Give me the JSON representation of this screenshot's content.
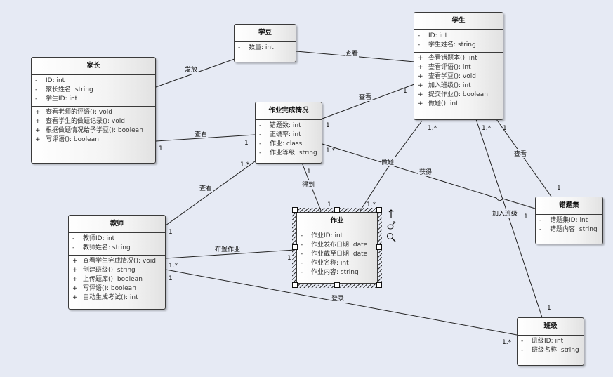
{
  "classes": {
    "parent": {
      "title": "家长",
      "attributes": [
        {
          "vis": "-",
          "text": "ID: int"
        },
        {
          "vis": "-",
          "text": "家长姓名: string"
        },
        {
          "vis": "-",
          "text": "学生ID: int"
        }
      ],
      "operations": [
        {
          "vis": "+",
          "text": "查看老师的评语(): void"
        },
        {
          "vis": "+",
          "text": "查看学生的做题记录(): void"
        },
        {
          "vis": "+",
          "text": "根据做题情况给予学豆(): boolean"
        },
        {
          "vis": "+",
          "text": "写评语(): boolean"
        }
      ]
    },
    "xuedou": {
      "title": "学豆",
      "attributes": [
        {
          "vis": "-",
          "text": "数量: int"
        }
      ]
    },
    "student": {
      "title": "学生",
      "attributes": [
        {
          "vis": "-",
          "text": "ID: int"
        },
        {
          "vis": "-",
          "text": "学生姓名: string"
        }
      ],
      "operations": [
        {
          "vis": "+",
          "text": "查看错题本(): int"
        },
        {
          "vis": "+",
          "text": "查看评语(): int"
        },
        {
          "vis": "+",
          "text": "查看学豆(): void"
        },
        {
          "vis": "+",
          "text": "加入班级(): int"
        },
        {
          "vis": "+",
          "text": "提交作业(): boolean"
        },
        {
          "vis": "+",
          "text": "做题(): int"
        }
      ]
    },
    "completion": {
      "title": "作业完成情况",
      "attributes": [
        {
          "vis": "-",
          "text": "错题数: int"
        },
        {
          "vis": "-",
          "text": "正确率: int"
        },
        {
          "vis": "-",
          "text": "作业: class"
        },
        {
          "vis": "-",
          "text": "作业等级: string"
        }
      ]
    },
    "teacher": {
      "title": "教师",
      "attributes": [
        {
          "vis": "-",
          "text": "教师ID: int"
        },
        {
          "vis": "-",
          "text": "教师姓名: string"
        }
      ],
      "operations": [
        {
          "vis": "+",
          "text": "查看学生完成情况(): void"
        },
        {
          "vis": "+",
          "text": "创建班级(): string"
        },
        {
          "vis": "+",
          "text": "上传题库(): boolean"
        },
        {
          "vis": "+",
          "text": "写评语(): boolean"
        },
        {
          "vis": "+",
          "text": "自动生成考试(): int"
        }
      ]
    },
    "homework": {
      "title": "作业",
      "attributes": [
        {
          "vis": "-",
          "text": "作业ID: int"
        },
        {
          "vis": "-",
          "text": "作业发布日期: date"
        },
        {
          "vis": "-",
          "text": "作业截至日期: date"
        },
        {
          "vis": "-",
          "text": "作业名称: int"
        },
        {
          "vis": "-",
          "text": "作业内容: string"
        }
      ]
    },
    "wrongset": {
      "title": "错题集",
      "attributes": [
        {
          "vis": "-",
          "text": "错题集ID: int"
        },
        {
          "vis": "-",
          "text": "错题内容: string"
        }
      ]
    },
    "klass": {
      "title": "班级",
      "attributes": [
        {
          "vis": "-",
          "text": "班级ID: int"
        },
        {
          "vis": "-",
          "text": "班级名称: string"
        }
      ]
    }
  },
  "associations": [
    {
      "id": "parent-xuedou",
      "label": "发放",
      "mult_a": "",
      "mult_b": ""
    },
    {
      "id": "xuedou-student",
      "label": "查看",
      "mult_a": "",
      "mult_b": ""
    },
    {
      "id": "parent-completion",
      "label": "查看",
      "mult_a": "1",
      "mult_b": "1"
    },
    {
      "id": "completion-student",
      "label": "查看",
      "mult_a": "1",
      "mult_b": "1"
    },
    {
      "id": "teacher-completion",
      "label": "查看",
      "mult_a": "1",
      "mult_b": "1.*"
    },
    {
      "id": "completion-homework",
      "label": "得到",
      "mult_a": "1",
      "mult_b": "1"
    },
    {
      "id": "student-homework",
      "label": "做题",
      "mult_a": "1.*",
      "mult_b": "1.*"
    },
    {
      "id": "completion-wrongset",
      "label": "获得",
      "mult_a": "1.*",
      "mult_b": "1"
    },
    {
      "id": "student-wrongset",
      "label": "查看",
      "mult_a": "1",
      "mult_b": "1"
    },
    {
      "id": "student-klass",
      "label": "加入班级",
      "mult_a": "1.*",
      "mult_b": "1"
    },
    {
      "id": "teacher-homework",
      "label": "布置作业",
      "mult_a": "",
      "mult_b": "1"
    },
    {
      "id": "teacher-klass",
      "label": "登录",
      "mult_a": "1.*",
      "mult_b": "1.*"
    }
  ],
  "extra_multiplicities": {
    "teacher_lower": "1"
  },
  "selection_tools": {
    "icons": [
      "arrow-up-icon",
      "link-icon",
      "zoom-icon"
    ]
  }
}
